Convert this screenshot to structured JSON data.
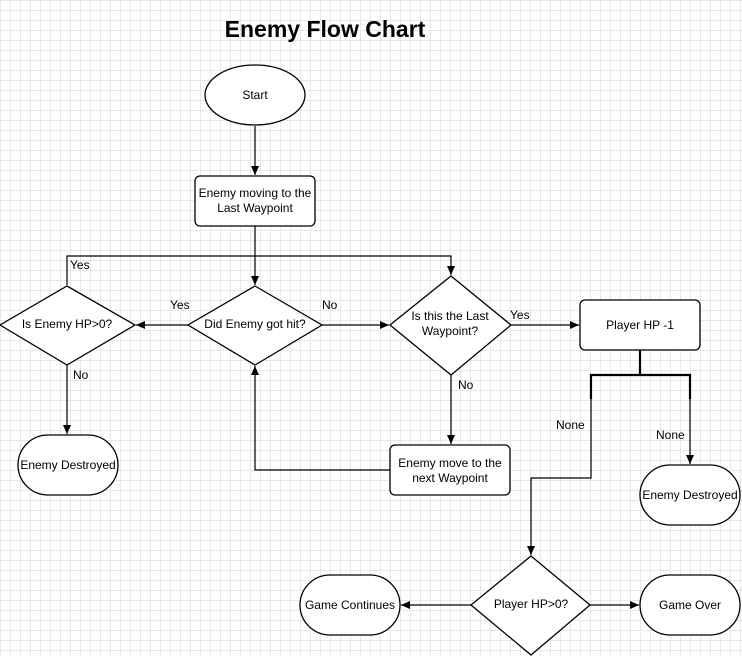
{
  "title": "Enemy Flow Chart",
  "nodes": {
    "start": "Start",
    "moving_line1": "Enemy moving to the",
    "moving_line2": "Last Waypoint",
    "got_hit": "Did Enemy got hit?",
    "enemy_hp": "Is Enemy HP>0?",
    "last_wp_line1": "Is this the Last",
    "last_wp_line2": "Waypoint?",
    "player_hp_minus": "Player HP -1",
    "destroyed_left": "Enemy Destroyed",
    "move_next_line1": "Enemy move to the",
    "move_next_line2": "next Waypoint",
    "destroyed_right": "Enemy Destroyed",
    "player_hp_check": "Player HP>0?",
    "game_continues": "Game Continues",
    "game_over": "Game Over"
  },
  "edges": {
    "yes_top": "Yes",
    "yes_hit": "Yes",
    "no_hit": "No",
    "yes_last": "Yes",
    "no_enemy_hp": "No",
    "no_last": "No",
    "none_left": "None",
    "none_right": "None"
  }
}
